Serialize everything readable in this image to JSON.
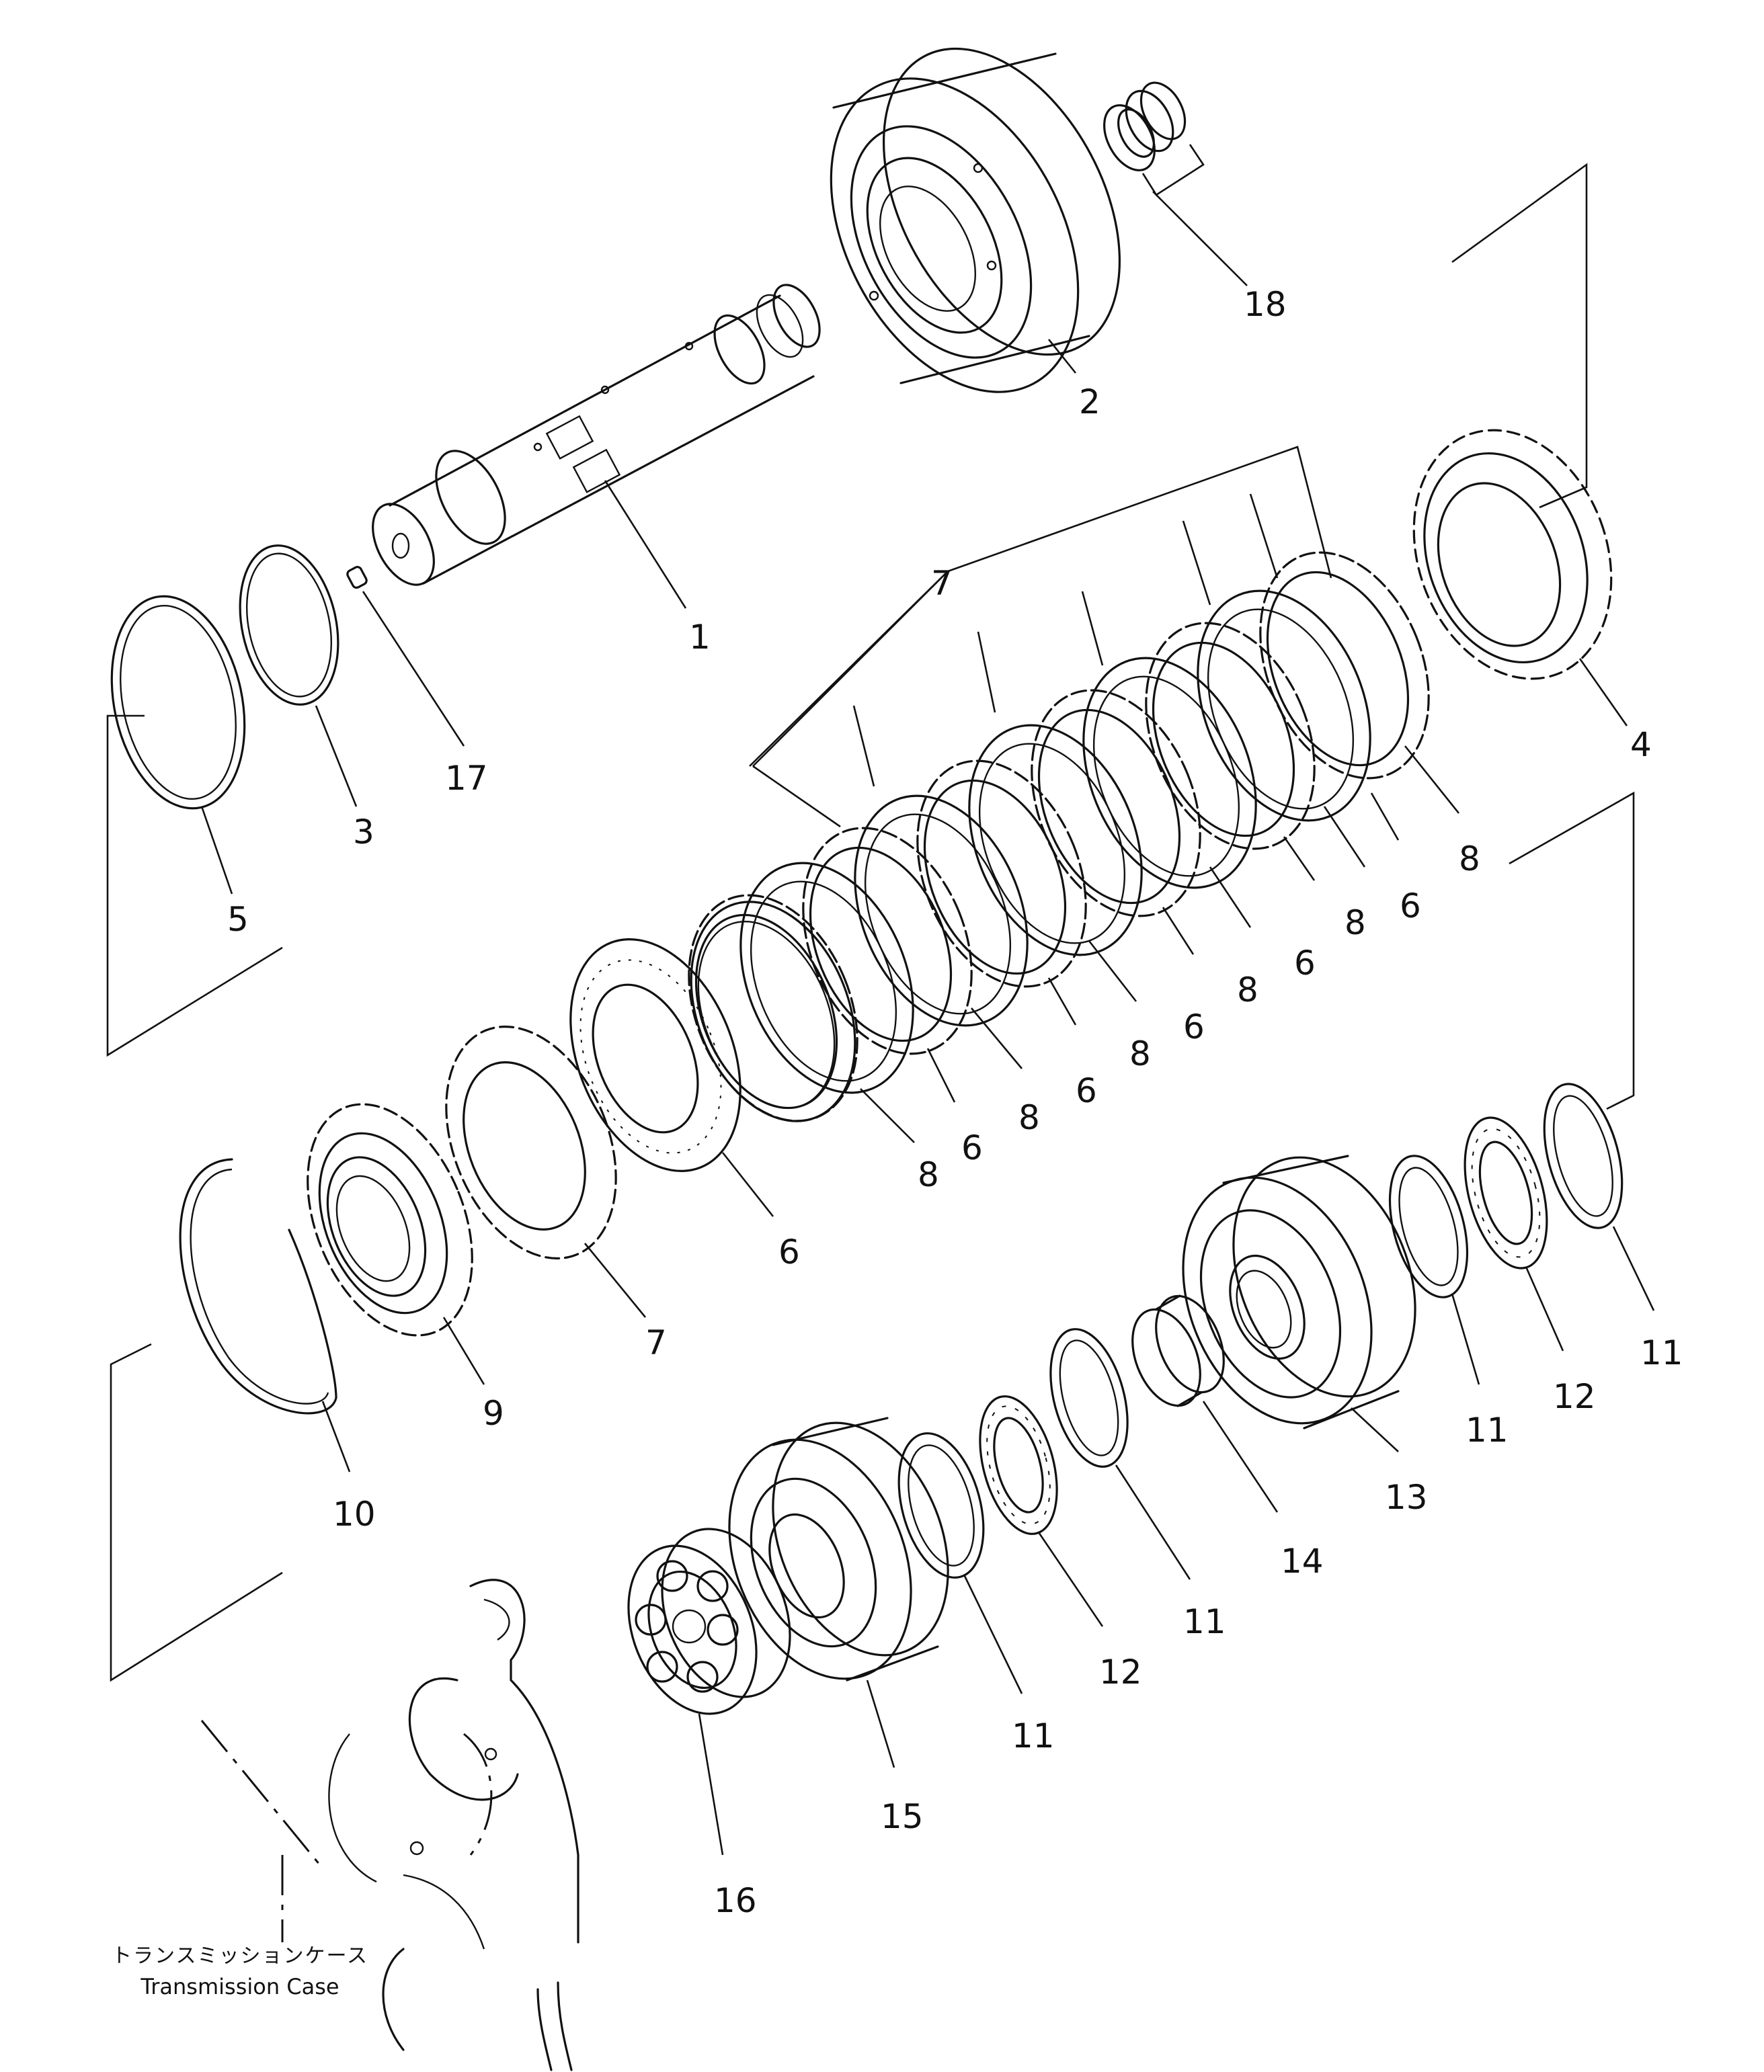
{
  "diagram": {
    "callouts": [
      {
        "id": "c1",
        "text": "1"
      },
      {
        "id": "c2",
        "text": "2"
      },
      {
        "id": "c3",
        "text": "3"
      },
      {
        "id": "c4",
        "text": "4"
      },
      {
        "id": "c5",
        "text": "5"
      },
      {
        "id": "c6a",
        "text": "6"
      },
      {
        "id": "c6b",
        "text": "6"
      },
      {
        "id": "c6c",
        "text": "6"
      },
      {
        "id": "c6d",
        "text": "6"
      },
      {
        "id": "c6e",
        "text": "6"
      },
      {
        "id": "c6f",
        "text": "6"
      },
      {
        "id": "c7a",
        "text": "7"
      },
      {
        "id": "c7b",
        "text": "7"
      },
      {
        "id": "c8a",
        "text": "8"
      },
      {
        "id": "c8b",
        "text": "8"
      },
      {
        "id": "c8c",
        "text": "8"
      },
      {
        "id": "c8d",
        "text": "8"
      },
      {
        "id": "c8e",
        "text": "8"
      },
      {
        "id": "c8f",
        "text": "8"
      },
      {
        "id": "c9",
        "text": "9"
      },
      {
        "id": "c10",
        "text": "10"
      },
      {
        "id": "c11a",
        "text": "11"
      },
      {
        "id": "c11b",
        "text": "11"
      },
      {
        "id": "c11c",
        "text": "11"
      },
      {
        "id": "c11d",
        "text": "11"
      },
      {
        "id": "c12a",
        "text": "12"
      },
      {
        "id": "c12b",
        "text": "12"
      },
      {
        "id": "c13",
        "text": "13"
      },
      {
        "id": "c14",
        "text": "14"
      },
      {
        "id": "c15",
        "text": "15"
      },
      {
        "id": "c16",
        "text": "16"
      },
      {
        "id": "c17",
        "text": "17"
      },
      {
        "id": "c18",
        "text": "18"
      }
    ],
    "case_label_jp": "トランスミッションケース",
    "case_label_en": "Transmission Case"
  }
}
